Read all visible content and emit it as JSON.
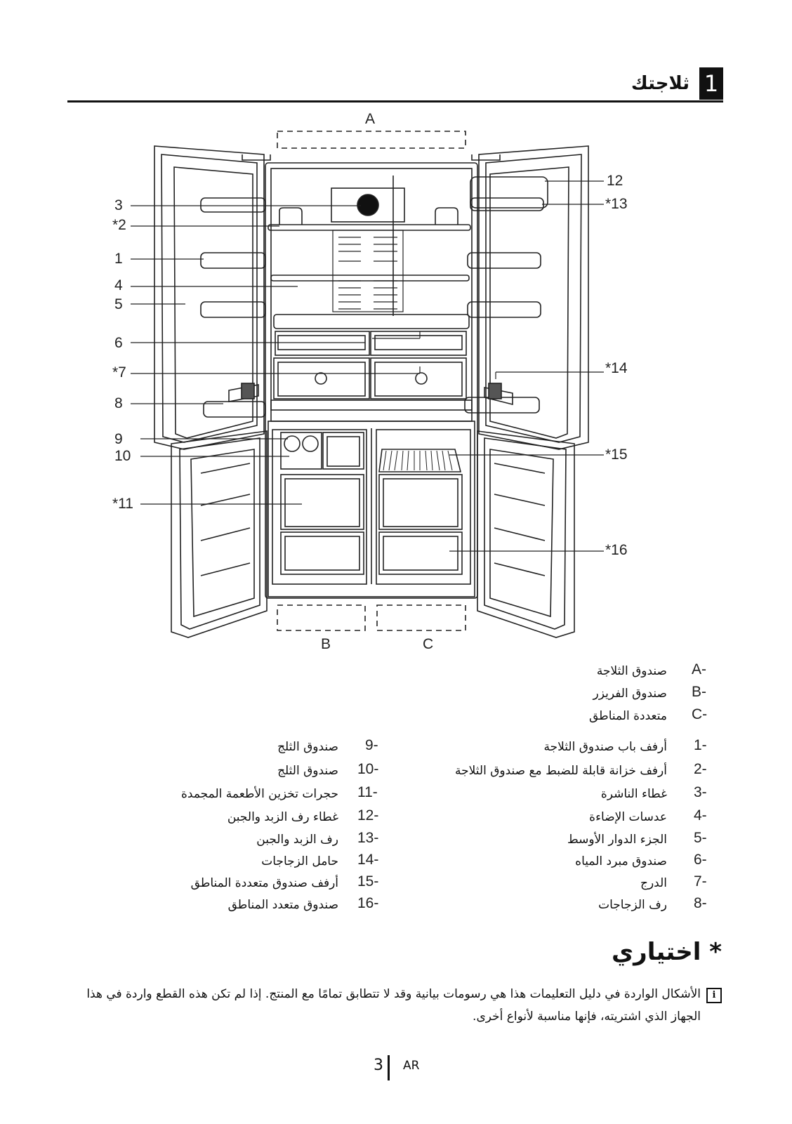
{
  "header": {
    "section_number": "1",
    "section_title": "ثلاجتك"
  },
  "diagram": {
    "letters": [
      "A",
      "B",
      "C"
    ],
    "left_callouts": [
      "3",
      "*2",
      "1",
      "4",
      "5",
      "6",
      "*7",
      "8",
      "9",
      "10",
      "*11"
    ],
    "right_callouts": [
      "12",
      "*13",
      "*14",
      "*15",
      "*16"
    ]
  },
  "legend_letters": [
    {
      "key": "A-",
      "label": "صندوق الثلاجة"
    },
    {
      "key": "B-",
      "label": "صندوق الفريزر"
    },
    {
      "key": "C-",
      "label": "متعددة المناطق"
    }
  ],
  "legend_right": [
    {
      "key": "1-",
      "label": "أرفف باب صندوق الثلاجة"
    },
    {
      "key": "2-",
      "label": "أرفف خزانة قابلة للضبط مع صندوق الثلاجة"
    },
    {
      "key": "3-",
      "label": "غطاء الناشرة"
    },
    {
      "key": "4-",
      "label": "عدسات الإضاءة"
    },
    {
      "key": "5-",
      "label": "الجزء الدوار الأوسط"
    },
    {
      "key": "6-",
      "label": "صندوق مبرد المياه"
    },
    {
      "key": "7-",
      "label": "الدرج"
    },
    {
      "key": "8-",
      "label": "رف الزجاجات"
    }
  ],
  "legend_left": [
    {
      "key": "9-",
      "label": "صندوق الثلج"
    },
    {
      "key": "10-",
      "label": "صندوق الثلج"
    },
    {
      "key": "11-",
      "label": "حجرات تخزين الأطعمة المجمدة"
    },
    {
      "key": "12-",
      "label": "غطاء رف الزبد والجبن"
    },
    {
      "key": "13-",
      "label": "رف الزبد والجبن"
    },
    {
      "key": "14-",
      "label": "حامل الزجاجات"
    },
    {
      "key": "15-",
      "label": "أرفف صندوق متعددة المناطق"
    },
    {
      "key": "16-",
      "label": "صندوق متعدد المناطق"
    }
  ],
  "optional_label": "* اختياري",
  "note": {
    "icon": "info-icon",
    "text": "الأشكال الواردة في دليل التعليمات هذا هي رسومات بيانية وقد لا تتطابق تمامًا مع المنتج. إذا لم تكن هذه القطع واردة في هذا الجهاز الذي اشتريته، فإنها مناسبة لأنواع أخرى."
  },
  "footer": {
    "page": "3",
    "lang": "AR"
  }
}
